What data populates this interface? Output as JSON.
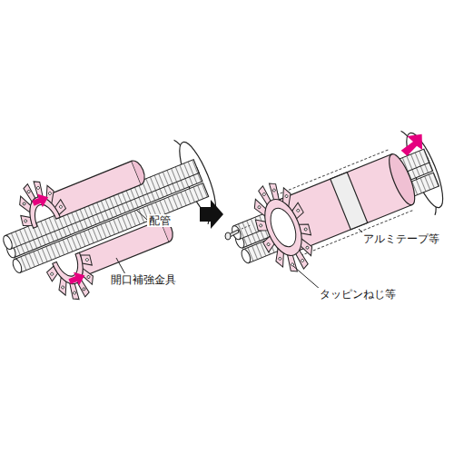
{
  "diagram": {
    "labels": [
      "配管",
      "開口補強金具",
      "アルミテープ等",
      "タッピンねじ等"
    ]
  }
}
